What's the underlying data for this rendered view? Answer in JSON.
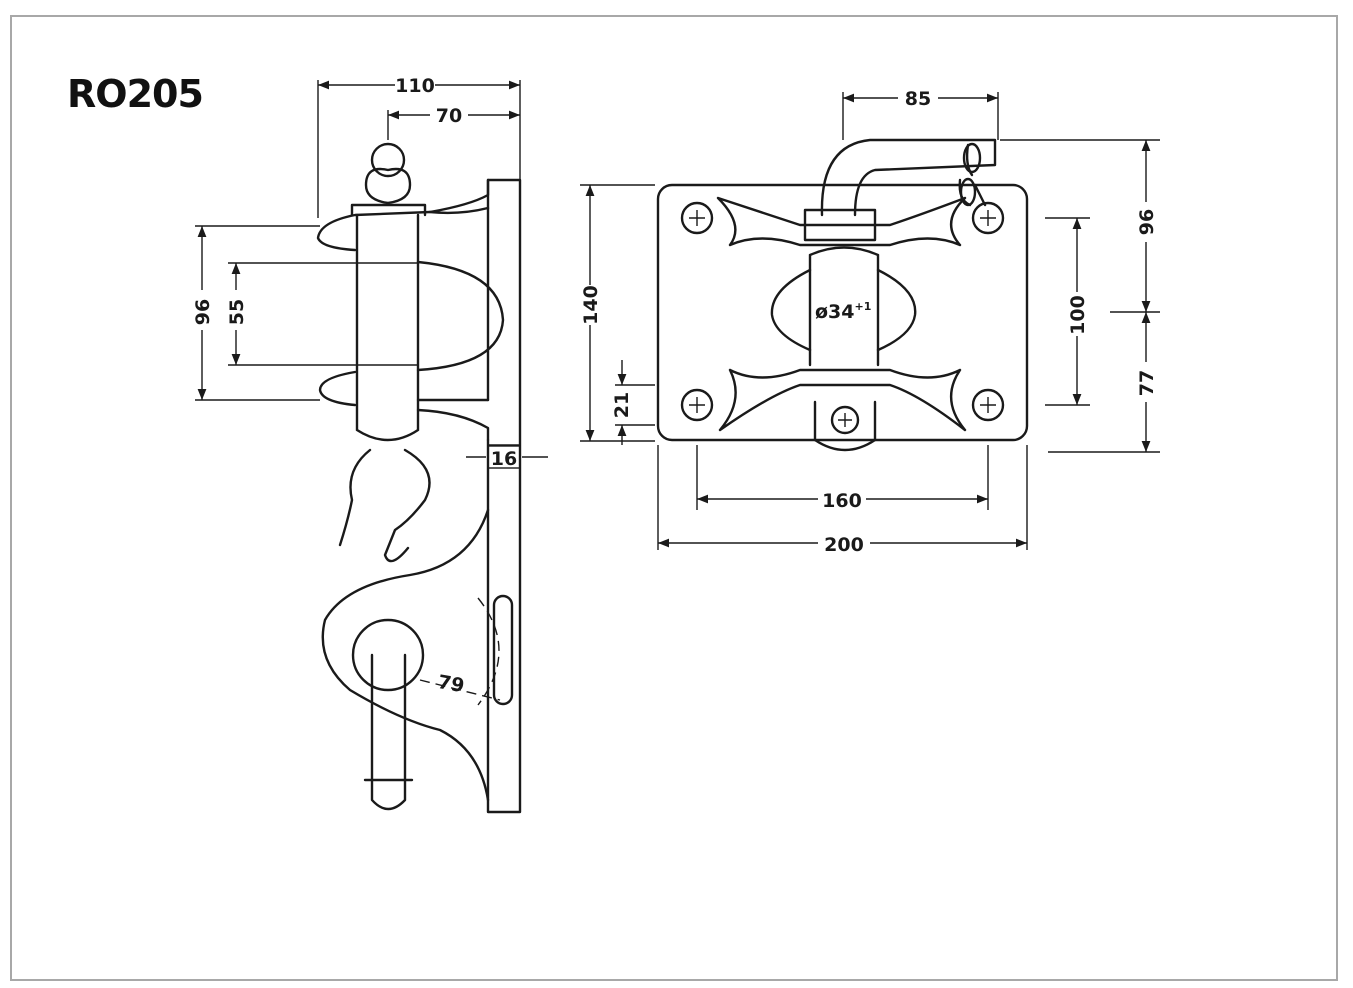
{
  "title": "RO205",
  "side_view": {
    "dims": {
      "width_overall": "110",
      "width_pin": "70",
      "height_ears": "96",
      "height_gap": "55",
      "plate_thickness": "16",
      "swing_radius": "79"
    }
  },
  "front_view": {
    "dims": {
      "pin_offset": "85",
      "plate_height": "140",
      "bottom_offset": "21",
      "hole_spacing_v": "100",
      "top_height": "96",
      "bottom_height": "77",
      "hole_spacing_h": "160",
      "plate_width": "200",
      "bore_diameter": "ø34",
      "bore_tolerance": "+1"
    }
  }
}
